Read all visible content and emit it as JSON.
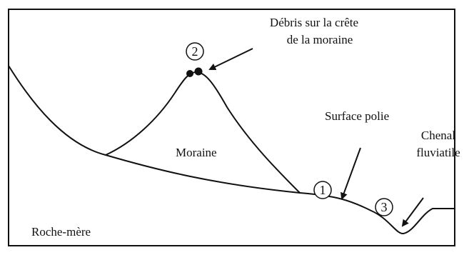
{
  "diagram": {
    "labels": {
      "debris_line1": "Débris sur la crête",
      "debris_line2": "de la moraine",
      "moraine": "Moraine",
      "surface_polie": "Surface polie",
      "chenal_line1": "Chenal",
      "chenal_line2": "fluviatile",
      "roche_mere": "Roche-mère"
    },
    "markers": {
      "m1": "1",
      "m2": "2",
      "m3": "3"
    }
  }
}
